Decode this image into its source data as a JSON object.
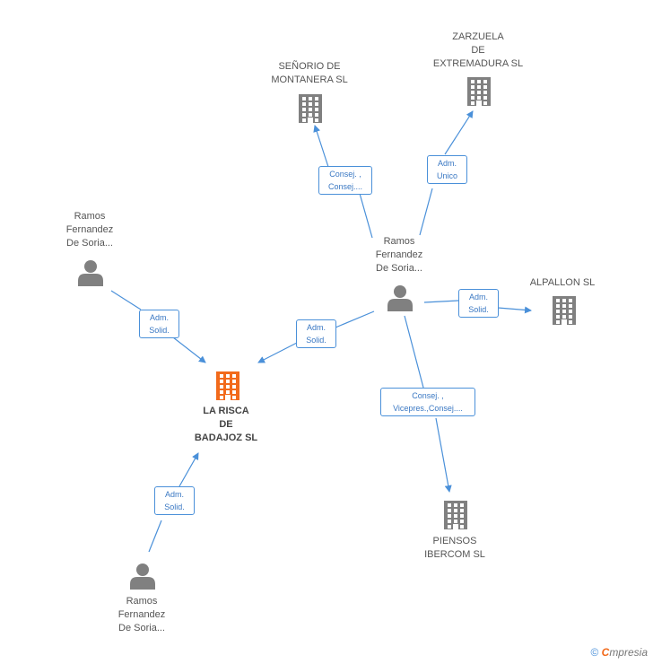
{
  "colors": {
    "edge": "#4a90d9",
    "node": "#808080",
    "main_node": "#f26a1b"
  },
  "nodes": {
    "main": {
      "lines": [
        "LA RISCA",
        "DE",
        "BADAJOZ SL"
      ],
      "icon": "building-icon"
    },
    "senorio": {
      "lines": [
        "SEÑORIO DE",
        "MONTANERA SL"
      ],
      "icon": "building-icon"
    },
    "zarzuela": {
      "lines": [
        "ZARZUELA",
        "DE",
        "EXTREMADURA SL"
      ],
      "icon": "building-icon"
    },
    "alpallon": {
      "lines": [
        "ALPALLON SL"
      ],
      "icon": "building-icon"
    },
    "piensos": {
      "lines": [
        "PIENSOS",
        "IBERCOM SL"
      ],
      "icon": "building-icon"
    },
    "person_center": {
      "lines": [
        "Ramos",
        "Fernandez",
        "De Soria..."
      ],
      "icon": "person-icon"
    },
    "person_left": {
      "lines": [
        "Ramos",
        "Fernandez",
        "De Soria..."
      ],
      "icon": "person-icon"
    },
    "person_bottom": {
      "lines": [
        "Ramos",
        "Fernandez",
        "De Soria..."
      ],
      "icon": "person-icon"
    }
  },
  "edges": {
    "center_senorio": {
      "lines": [
        "Consej. ,",
        "Consej...."
      ]
    },
    "center_zarzuela": {
      "lines": [
        "Adm.",
        "Unico"
      ]
    },
    "center_alpallon": {
      "lines": [
        "Adm.",
        "Solid."
      ]
    },
    "center_main": {
      "lines": [
        "Adm.",
        "Solid."
      ]
    },
    "center_piensos": {
      "lines": [
        "Consej. ,",
        "Vicepres.,Consej...."
      ]
    },
    "left_main": {
      "lines": [
        "Adm.",
        "Solid."
      ]
    },
    "bottom_main": {
      "lines": [
        "Adm.",
        "Solid."
      ]
    }
  },
  "footer": {
    "copyright": "©",
    "brand_e": "C",
    "brand_rest": "mpresia"
  }
}
